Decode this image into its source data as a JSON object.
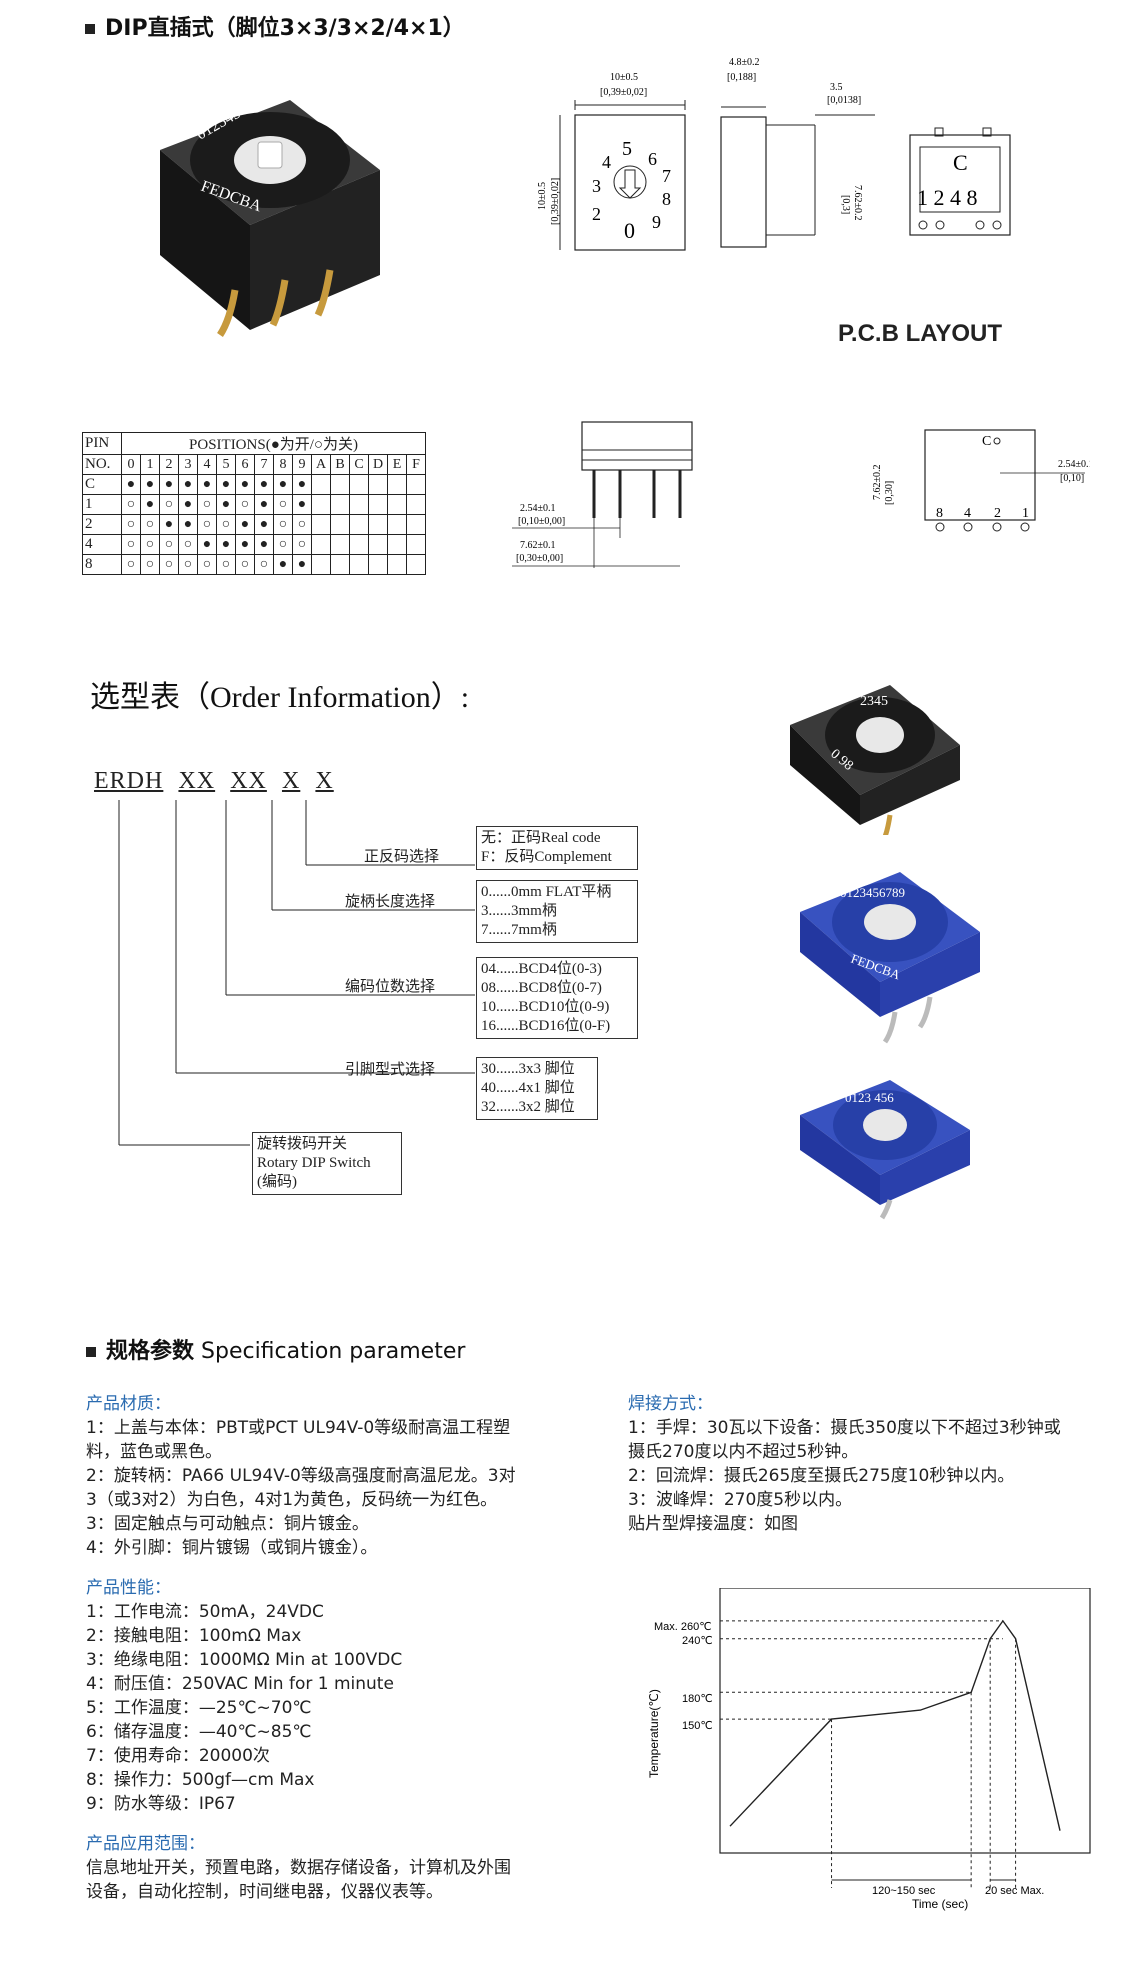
{
  "section1": {
    "title": "DIP直插式（脚位3×3/3×2/4×1）"
  },
  "drawing": {
    "dim_width": "10±0.5",
    "dim_width_in": "[0,39±0,02]",
    "dim_height": "10±0.5",
    "dim_height_in": "[0,39±0,02]",
    "dim_depth": "4.8±0.2",
    "dim_depth_in": "[0,188]",
    "dim_pin": "3.5",
    "dim_pin_in": "[0,0138]",
    "dim_pitch": "7.62±0.2",
    "dim_pitch_in": "[0,3]",
    "dial_digits": [
      "5",
      "6",
      "7",
      "8",
      "9",
      "0",
      "2",
      "3",
      "4"
    ],
    "bottom_c": "C",
    "bottom_pins": "1 2 4 8",
    "pcb_title": "P.C.B  LAYOUT",
    "side_pitch": "2.54±0.1",
    "side_pitch_in": "[0,10±0,00]",
    "side_span": "7.62±0.1",
    "side_span_in": "[0,30±0,00]",
    "pcb_pitch": "2.54±0.1",
    "pcb_pitch_in": "[0,10]",
    "pcb_span": "7.62±0.2",
    "pcb_span_in": "[0,30]",
    "pcb_c": "C",
    "pcb_pins": [
      "8",
      "4",
      "2",
      "1"
    ]
  },
  "positions_table": {
    "pin_label": "PIN",
    "no_label": "NO.",
    "header": "POSITIONS(●为开/○为关)",
    "columns": [
      "0",
      "1",
      "2",
      "3",
      "4",
      "5",
      "6",
      "7",
      "8",
      "9",
      "A",
      "B",
      "C",
      "D",
      "E",
      "F"
    ],
    "rows": [
      {
        "pin": "C",
        "states": [
          1,
          1,
          1,
          1,
          1,
          1,
          1,
          1,
          1,
          1
        ]
      },
      {
        "pin": "1",
        "states": [
          0,
          1,
          0,
          1,
          0,
          1,
          0,
          1,
          0,
          1
        ]
      },
      {
        "pin": "2",
        "states": [
          0,
          0,
          1,
          1,
          0,
          0,
          1,
          1,
          0,
          0
        ]
      },
      {
        "pin": "4",
        "states": [
          0,
          0,
          0,
          0,
          1,
          1,
          1,
          1,
          0,
          0
        ]
      },
      {
        "pin": "8",
        "states": [
          0,
          0,
          0,
          0,
          0,
          0,
          0,
          0,
          1,
          1
        ]
      }
    ]
  },
  "order": {
    "title": "选型表（Order Information）:",
    "code": [
      "ERDH",
      "XX",
      "XX",
      "X",
      "X"
    ],
    "groups": [
      {
        "label": "正反码选择",
        "options": [
          "无：正码Real code",
          "F：反码Complement"
        ]
      },
      {
        "label": "旋柄长度选择",
        "options": [
          "0......0mm FLAT平柄",
          "3......3mm柄",
          "7......7mm柄"
        ]
      },
      {
        "label": "编码位数选择",
        "options": [
          "04......BCD4位(0-3)",
          "08......BCD8位(0-7)",
          "10......BCD10位(0-9)",
          "16......BCD16位(0-F)"
        ]
      },
      {
        "label": "引脚型式选择",
        "options": [
          "30......3x3 脚位",
          "40......4x1 脚位",
          "32......3x2 脚位"
        ]
      }
    ],
    "base_box": [
      "旋转拨码开关",
      "Rotary DIP Switch",
      "(编码)"
    ]
  },
  "spec": {
    "title_cn": "规格参数",
    "title_en": " Specification parameter",
    "material_title": "产品材质：",
    "material": [
      "1：上盖与本体：PBT或PCT  UL94V-0等级耐高温工程塑",
      "料，蓝色或黑色。",
      "2：旋转柄：PA66  UL94V-0等级高强度耐高温尼龙。3对",
      "3（或3对2）为白色，4对1为黄色，反码统一为红色。",
      "3：固定触点与可动触点：铜片镀金。",
      "4：外引脚：铜片镀锡（或铜片镀金）。"
    ],
    "performance_title": "产品性能：",
    "performance": [
      "1：工作电流：50mA，24VDC",
      "2：接触电阻：100mΩ Max",
      "3：绝缘电阻：1000MΩ Min at 100VDC",
      "4：耐压值：250VAC Min for 1 minute",
      "5：工作温度：—25℃~70℃",
      "6：储存温度：—40℃~85℃",
      "7：使用寿命：20000次",
      "8：操作力：500gf—cm Max",
      "9：防水等级：IP67"
    ],
    "application_title": "产品应用范围：",
    "application": [
      "信息地址开关，预置电路，数据存储设备，计算机及外围",
      "设备，自动化控制，时间继电器，仪器仪表等。"
    ],
    "welding_title": "焊接方式：",
    "welding": [
      "1：手焊：30瓦以下设备：摄氏350度以下不超过3秒钟或",
      "摄氏270度以内不超过5秒钟。",
      "2：回流焊：摄氏265度至摄氏275度10秒钟以内。",
      "3：波峰焊：270度5秒以内。",
      "贴片型焊接温度：如图"
    ]
  },
  "chart_data": {
    "type": "line",
    "title": "",
    "xlabel": "Time (sec)",
    "ylabel": "Temperature(℃)",
    "y_ticks": [
      "Max. 260℃",
      "240℃",
      "180℃",
      "150℃"
    ],
    "x_annotations": [
      "120~150 sec",
      "20 sec Max."
    ],
    "series": [
      {
        "values": [
          [
            0,
            30
          ],
          [
            40,
            90
          ],
          [
            80,
            150
          ],
          [
            150,
            160
          ],
          [
            190,
            180
          ],
          [
            205,
            240
          ],
          [
            215,
            260
          ],
          [
            225,
            240
          ],
          [
            260,
            25
          ]
        ]
      }
    ]
  },
  "colors": {
    "accent_blue": "#2a6bb0",
    "switch_black": "#1b1b1b",
    "switch_blue": "#2740a8"
  }
}
